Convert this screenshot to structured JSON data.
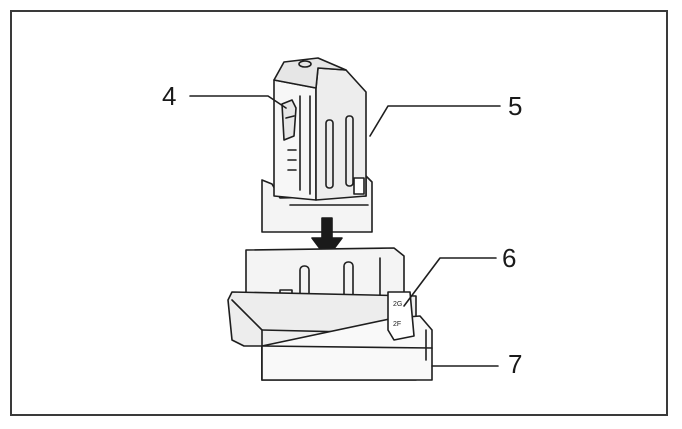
{
  "callouts": {
    "c4": "4",
    "c5": "5",
    "c6": "6",
    "c7": "7"
  },
  "colors": {
    "line": "#1e1e1e",
    "fill_light": "#f4f4f4",
    "fill_mid": "#e6e6e6"
  }
}
